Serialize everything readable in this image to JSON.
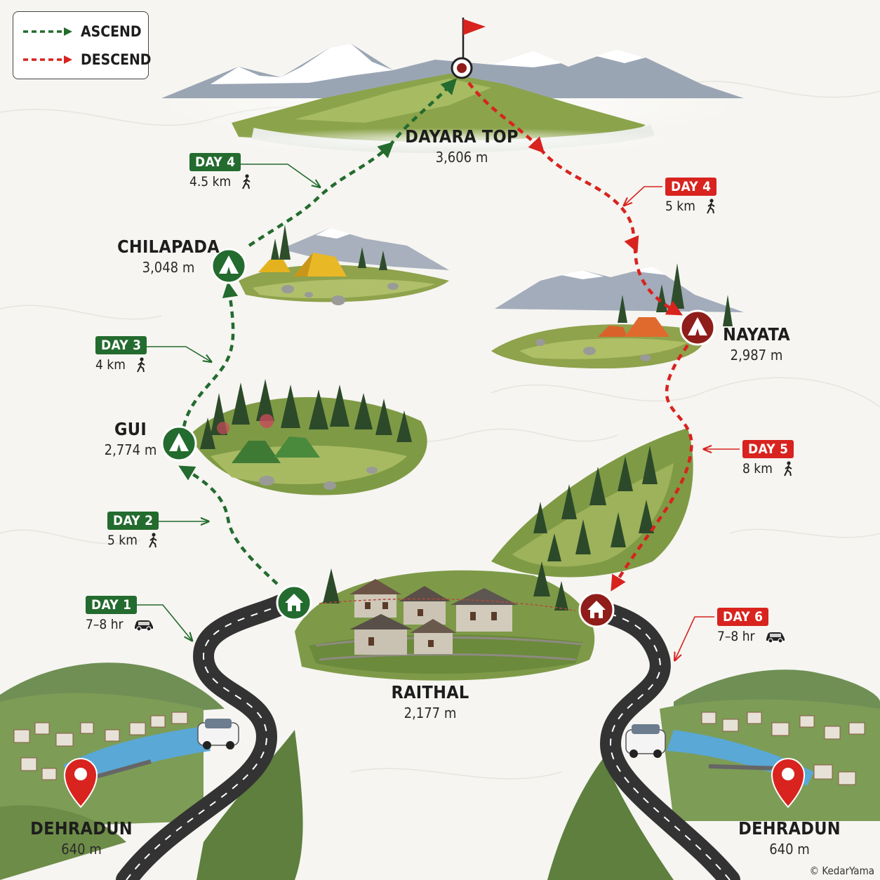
{
  "legend": {
    "ascend": "ASCEND",
    "descend": "DESCEND"
  },
  "colors": {
    "ascend": "#236b2e",
    "descend": "#d8231f",
    "pin": "#d8231f"
  },
  "places": {
    "dayara_top": {
      "name": "DAYARA TOP",
      "elev": "3,606 m"
    },
    "chilapada": {
      "name": "CHILAPADA",
      "elev": "3,048 m"
    },
    "nayata": {
      "name": "NAYATA",
      "elev": "2,987 m"
    },
    "gui": {
      "name": "GUI",
      "elev": "2,774 m"
    },
    "raithal": {
      "name": "RAITHAL",
      "elev": "2,177 m"
    },
    "dehradun_left": {
      "name": "DEHRADUN",
      "elev": "640 m"
    },
    "dehradun_right": {
      "name": "DEHRADUN",
      "elev": "640 m"
    }
  },
  "days": {
    "day1": {
      "label": "DAY 1",
      "dist": "7–8 hr",
      "mode": "car-icon"
    },
    "day2": {
      "label": "DAY 2",
      "dist": "5 km",
      "mode": "hiker-icon"
    },
    "day3": {
      "label": "DAY 3",
      "dist": "4 km",
      "mode": "hiker-icon"
    },
    "day4_up": {
      "label": "DAY 4",
      "dist": "4.5 km",
      "mode": "hiker-icon"
    },
    "day4_down": {
      "label": "DAY 4",
      "dist": "5 km",
      "mode": "hiker-icon"
    },
    "day5": {
      "label": "DAY 5",
      "dist": "8 km",
      "mode": "hiker-icon"
    },
    "day6": {
      "label": "DAY 6",
      "dist": "7–8 hr",
      "mode": "car-icon"
    }
  },
  "copyright": "© KedarYama"
}
